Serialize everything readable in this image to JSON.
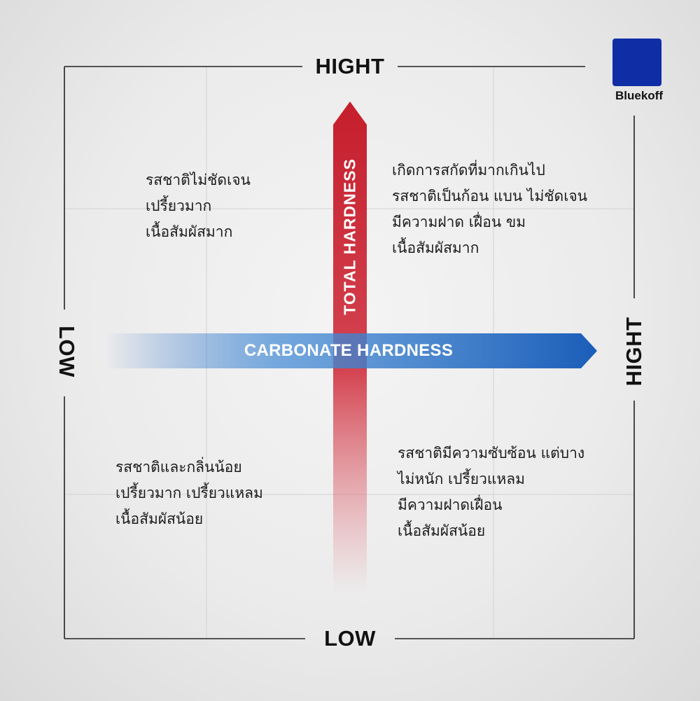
{
  "axes": {
    "top": "HIGHT",
    "bottom": "LOW",
    "left": "LOW",
    "right": "HIGHT"
  },
  "arrows": {
    "horizontal": {
      "label": "CARBONATE HARDNESS",
      "color": "#1e63c0"
    },
    "vertical": {
      "label": "TOTAL HARDNESS",
      "color": "#c8202f"
    }
  },
  "quadrants": {
    "top_left": [
      "รสชาติไม่ชัดเจน",
      "เปรี้ยวมาก",
      "เนื้อสัมผัสมาก"
    ],
    "top_right": [
      "เกิดการสกัดที่มากเกินไป",
      "รสชาติเป็นก้อน แบน ไม่ชัดเจน",
      "มีความฝาด เฝื่อน ขม",
      "เนื้อสัมผัสมาก"
    ],
    "bottom_left": [
      "รสชาติและกลิ่นน้อย",
      "เปรี้ยวมาก เปรี้ยวแหลม",
      "เนื้อสัมผัสน้อย"
    ],
    "bottom_right": [
      "รสชาติมีความซับซ้อน แต่บาง",
      "ไม่หนัก เปรี้ยวแหลม",
      "มีความฝาดเฝื่อน",
      "เนื้อสัมผัสน้อย"
    ]
  },
  "logo": {
    "text": "Bluekoff",
    "color": "#0f2ea6",
    "icon": "bluekoff-logo-icon"
  }
}
